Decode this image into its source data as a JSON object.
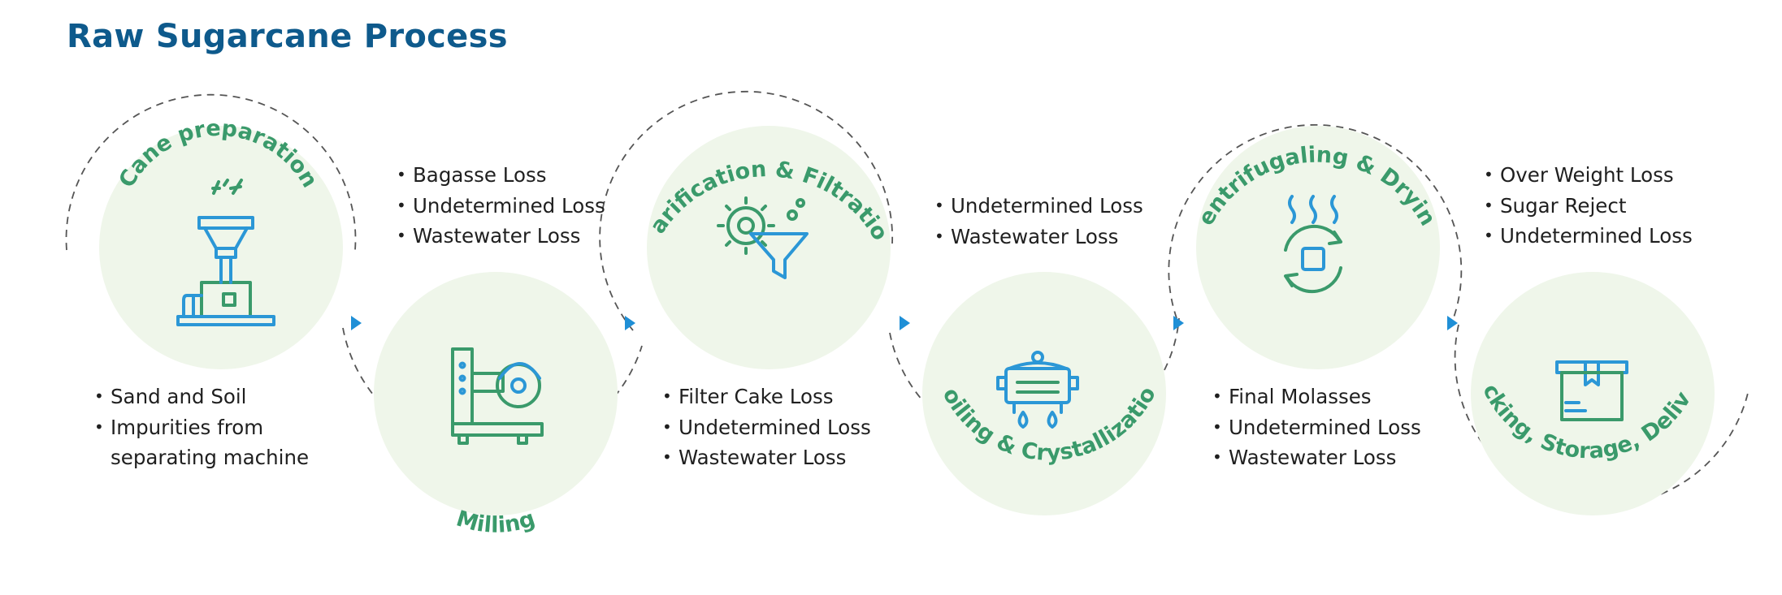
{
  "title": "Raw Sugarcane Process",
  "colors": {
    "title": "#0e5a8c",
    "circle_fill": "#eff6ea",
    "label_green": "#3a9a6b",
    "icon_green": "#3a9a6b",
    "icon_blue": "#2b97d6",
    "arrow_blue": "#1f8fd6",
    "dashed_line": "#555555",
    "text": "#1f1f1f"
  },
  "stages": [
    {
      "label": "Cane preparation",
      "icon": "cane-shredder-icon",
      "losses": [
        "Sand and Soil",
        "Impurities from",
        "separating machine"
      ]
    },
    {
      "label": "Milling",
      "icon": "milling-machine-icon",
      "losses": [
        "Bagasse Loss",
        "Undetermined Loss",
        "Wastewater Loss"
      ]
    },
    {
      "label": "Clarification & Filtration",
      "icon": "gear-funnel-icon",
      "losses": [
        "Filter Cake Loss",
        "Undetermined Loss",
        "Wastewater Loss"
      ]
    },
    {
      "label": "Boiling & Crystallization",
      "icon": "boiling-pot-icon",
      "losses": [
        "Undetermined Loss",
        "Wastewater Loss"
      ]
    },
    {
      "label": "Centrifugaling & Drying",
      "icon": "centrifuge-dryer-icon",
      "losses": [
        "Final Molasses",
        "Undetermined Loss",
        "Wastewater Loss"
      ]
    },
    {
      "label": "Packing, Storage, Delivery",
      "icon": "package-box-icon",
      "losses": [
        "Over Weight Loss",
        "Sugar Reject",
        "Undetermined Loss"
      ]
    }
  ]
}
